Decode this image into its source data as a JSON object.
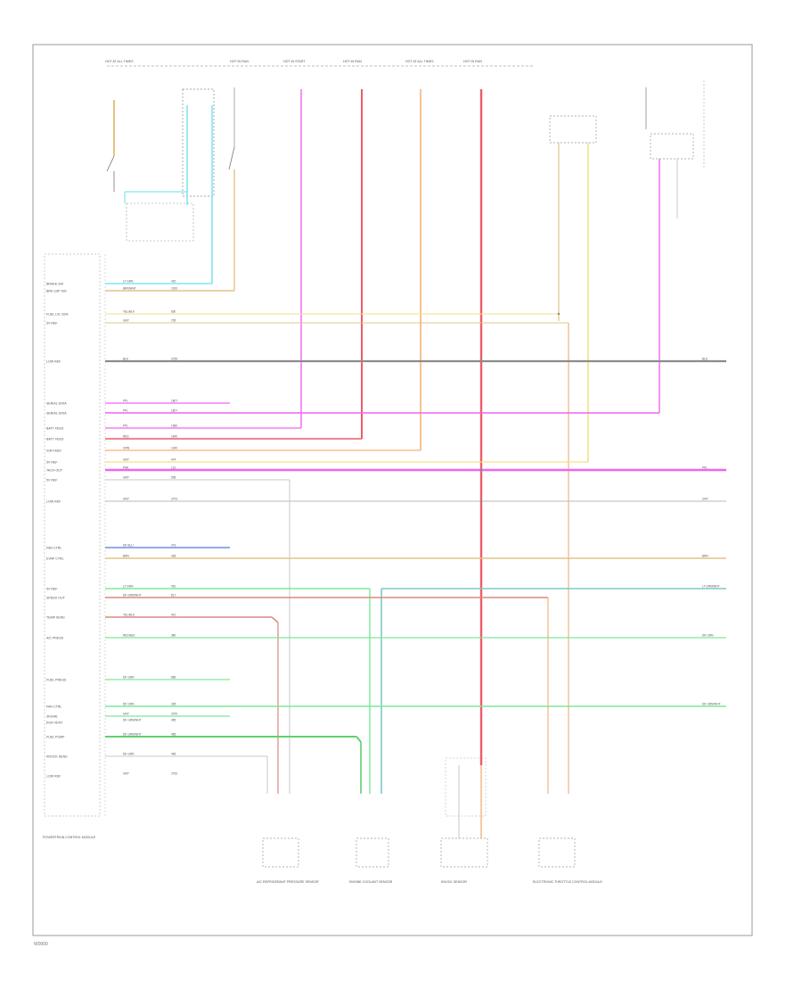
{
  "footer": {
    "code": "W0000"
  },
  "components": {
    "module_label": "POWERTRAIN CONTROL MODULE",
    "bottom": [
      {
        "id": "c1",
        "label": "A/C REFRIGERANT PRESSURE SENSOR"
      },
      {
        "id": "c2",
        "label": "ENGINE COOLANT SENSOR"
      },
      {
        "id": "c3",
        "label": "KNOCK SENSOR"
      },
      {
        "id": "c4",
        "label": "ELECTRONIC THROTTLE CONTROL MODULE"
      }
    ],
    "top": [
      {
        "id": "t1",
        "label": "HOT AT ALL TIMES"
      },
      {
        "id": "t2",
        "label": "HOT IN RUN"
      },
      {
        "id": "t3",
        "label": "HOT IN START"
      },
      {
        "id": "t4",
        "label": "HOT IN RUN"
      },
      {
        "id": "t5",
        "label": "HOT AT ALL TIMES"
      },
      {
        "id": "t6",
        "label": "HOT IN RUN"
      }
    ]
  },
  "pcm_pins": [
    {
      "label": "BRAKE SW",
      "wire": "LT GRN",
      "circuit": "420"
    },
    {
      "label": "BRK LMP SW",
      "wire": "BRN/WHT",
      "circuit": "1020"
    },
    {
      "label": "FUEL LVL SEN",
      "wire": "YEL/BLK",
      "circuit": "830"
    },
    {
      "label": "5V REF",
      "wire": "GRY",
      "circuit": "705"
    },
    {
      "label": "LOW REF",
      "wire": "BLK",
      "circuit": "2755"
    },
    {
      "label": "SERIAL DATA",
      "wire": "PPL",
      "circuit": "1807"
    },
    {
      "label": "SERIAL DATA",
      "wire": "PPL",
      "circuit": "1807"
    },
    {
      "label": "BATT FEED",
      "wire": "PPL",
      "circuit": "1680"
    },
    {
      "label": "BATT FEED",
      "wire": "RED",
      "circuit": "1640"
    },
    {
      "label": "IGN FEED",
      "wire": "ORN",
      "circuit": "1340"
    },
    {
      "label": "5V REF",
      "wire": "GRY",
      "circuit": "474"
    },
    {
      "label": "TACH OUT",
      "wire": "PNK",
      "circuit": "121"
    },
    {
      "label": "5V REF",
      "wire": "GRY",
      "circuit": "596"
    },
    {
      "label": "LOW REF",
      "wire": "GRY",
      "circuit": "2703"
    },
    {
      "label": "FAN CTRL",
      "wire": "DK BLU",
      "circuit": "473"
    },
    {
      "label": "EVAP CTRL",
      "wire": "BRN",
      "circuit": "428"
    },
    {
      "label": "5V REF",
      "wire": "LT GRN",
      "circuit": "451"
    },
    {
      "label": "SPEED OUT",
      "wire": "DK GRN/WHT",
      "circuit": "817"
    },
    {
      "label": "TEMP SENS",
      "wire": "YEL/BLK",
      "circuit": "410"
    },
    {
      "label": "A/C PRESS",
      "wire": "RED/BLK",
      "circuit": "380"
    },
    {
      "label": "FUEL PRESS",
      "wire": "DK GRN",
      "circuit": "889"
    },
    {
      "label": "FAN CTRL",
      "wire": "DK GRN",
      "circuit": "335"
    },
    {
      "label": "SIGNAL",
      "wire": "GRY",
      "circuit": "2700"
    },
    {
      "label": "EGR VENT",
      "wire": "DK GRN/WHT",
      "circuit": "465"
    },
    {
      "label": "FUEL PUMP",
      "wire": "DK GRN/WHT",
      "circuit": "465"
    },
    {
      "label": "KNOCK SENS",
      "wire": "DK GRN",
      "circuit": "496"
    },
    {
      "label": "LOW REF",
      "wire": "GRY",
      "circuit": "2752"
    }
  ],
  "right_labels": [
    "BLK",
    "PPL",
    "GRY",
    "BRN",
    "LT GRN/WHT",
    "DK GRN",
    "DK GRN/WHT"
  ],
  "colors": {
    "cyan": "#7fe7f0",
    "tan": "#e3c487",
    "pink": "#f064f0",
    "red": "#f05a6a",
    "orange": "#f5b27a",
    "yellow": "#f2e285",
    "gray": "#8c8c8c",
    "lightgray": "#c8c8c8",
    "blue": "#6f8fe8",
    "teal": "#7fc9c6",
    "green": "#7ee89a",
    "darkgreen": "#5fd06e",
    "brownred": "#d98a80"
  }
}
